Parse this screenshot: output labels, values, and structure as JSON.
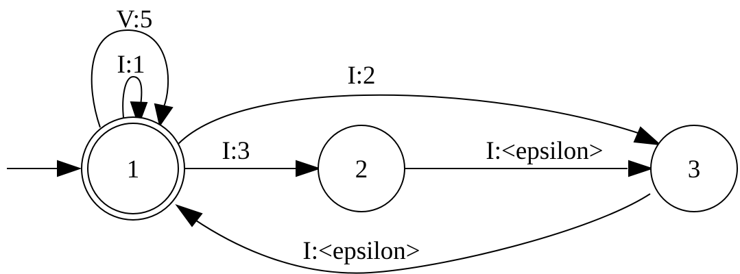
{
  "states": [
    {
      "id": "1",
      "label": "1",
      "final": true,
      "initial": true
    },
    {
      "id": "2",
      "label": "2",
      "final": false,
      "initial": false
    },
    {
      "id": "3",
      "label": "3",
      "final": false,
      "initial": false
    }
  ],
  "transitions": [
    {
      "from": "1",
      "to": "1",
      "label": "V:5"
    },
    {
      "from": "1",
      "to": "1",
      "label": "I:1"
    },
    {
      "from": "1",
      "to": "3",
      "label": "I:2"
    },
    {
      "from": "1",
      "to": "2",
      "label": "I:3"
    },
    {
      "from": "2",
      "to": "3",
      "label": "I:<epsilon>"
    },
    {
      "from": "3",
      "to": "1",
      "label": "I:<epsilon>"
    }
  ],
  "colors": {
    "stroke": "#000000",
    "background": "#ffffff"
  }
}
